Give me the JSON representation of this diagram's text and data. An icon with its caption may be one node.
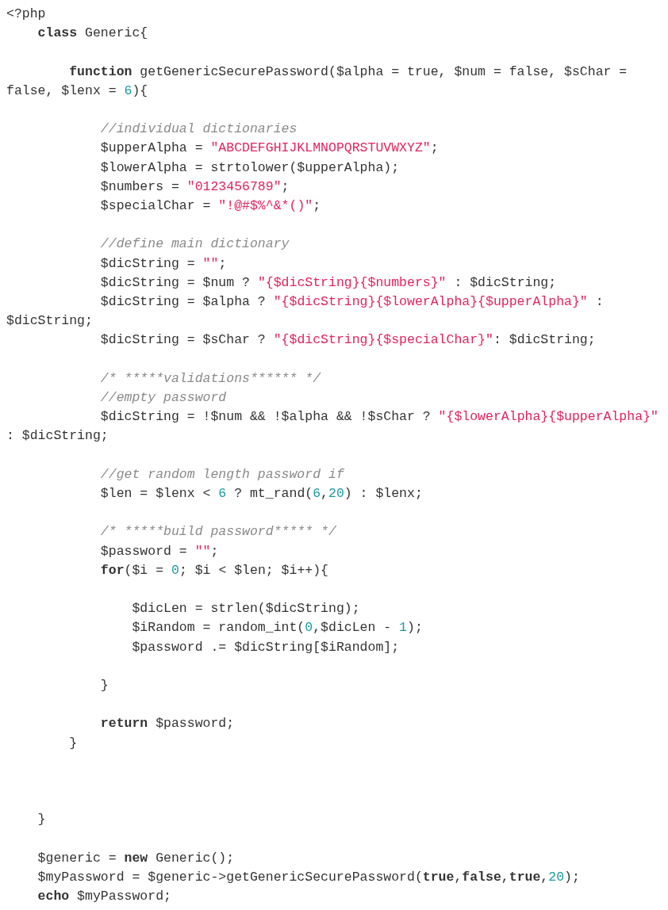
{
  "diagram": {
    "labels": [
      "<?php",
      "    **class** Generic{",
      "        **function** getGenericSecurePassword($alpha = true, $num = false, $sChar = false, $lenx = 6){",
      "            //individual dictionaries",
      "            $upperAlpha = \"ABCDEFGHIJKLMNOPQRSTUVWXYZ\";",
      "            $lowerAlpha = strtolower($upperAlpha);",
      "            $numbers = \"0123456789\";",
      "            $specialChar = \"!@#$%^&*()\";",
      "            //define main dictionary",
      "            $dicString = \"\";",
      "            $dicString = $num ? \"{$dicString}{$numbers}\" : $dicString;",
      "            $dicString = $alpha ? \"{$dicString}{$lowerAlpha}{$upperAlpha}\" : $dicString;",
      "            $dicString = $sChar ? \"{$dicString}{$specialChar}\": $dicString;",
      "            /* *****validations****** */",
      "            //empty password",
      "            $dicString = !$num && !$alpha && !$sChar ? \"{$lowerAlpha}{$upperAlpha}\" : $dicString;",
      "            //get random length password if",
      "            $len = $lenx < 6 ? mt_rand(6,20) : $lenx;",
      "            /* *****build password***** */",
      "            $password = \"\";",
      "            **for**($i = 0; $i < $len; $i++){",
      "                $dicLen = strlen($dicString);",
      "                $iRandom = random_int(0,$dicLen - 1);",
      "                $password .= $dicString[$iRandom];",
      "            }",
      "            **return** $password;",
      "        }",
      "    }",
      "    $generic = **new** Generic();",
      "    $myPassword = $generic->getGenericSecurePassword(**true**,**false**,**true**,20);",
      "    **echo** $myPassword;"
    ]
  }
}
